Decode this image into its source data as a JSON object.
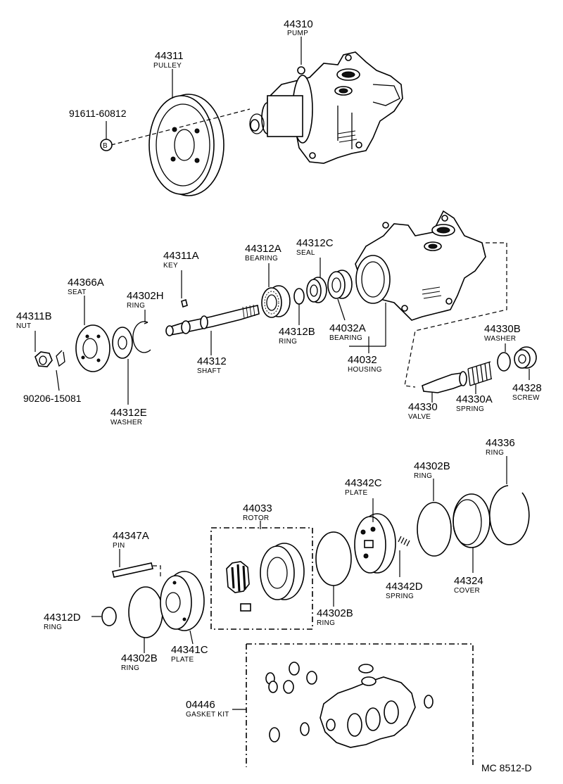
{
  "parts": {
    "p44310": {
      "number": "44310",
      "name": "PUMP"
    },
    "p44311": {
      "number": "44311",
      "name": "PULLEY"
    },
    "p91611": {
      "number": "91611-60812",
      "marker": "B"
    },
    "p44311A": {
      "number": "44311A",
      "name": "KEY"
    },
    "p44366A": {
      "number": "44366A",
      "name": "SEAT"
    },
    "p44302H": {
      "number": "44302H",
      "name": "RING"
    },
    "p44311B": {
      "number": "44311B",
      "name": "NUT"
    },
    "p90206": {
      "number": "90206-15081"
    },
    "p44312E": {
      "number": "44312E",
      "name": "WASHER"
    },
    "p44312": {
      "number": "44312",
      "name": "SHAFT"
    },
    "p44312A": {
      "number": "44312A",
      "name": "BEARING"
    },
    "p44312C": {
      "number": "44312C",
      "name": "SEAL"
    },
    "p44312B": {
      "number": "44312B",
      "name": "RING"
    },
    "p44032A": {
      "number": "44032A",
      "name": "BEARING"
    },
    "p44032": {
      "number": "44032",
      "name": "HOUSING"
    },
    "p44330B": {
      "number": "44330B",
      "name": "WASHER"
    },
    "p44328": {
      "number": "44328",
      "name": "SCREW"
    },
    "p44330": {
      "number": "44330",
      "name": "VALVE"
    },
    "p44330A": {
      "number": "44330A",
      "name": "SPRING"
    },
    "p44336": {
      "number": "44336",
      "name": "RING"
    },
    "p44302B_top": {
      "number": "44302B",
      "name": "RING"
    },
    "p44342C": {
      "number": "44342C",
      "name": "PLATE"
    },
    "p44033": {
      "number": "44033",
      "name": "ROTOR"
    },
    "p44347A": {
      "number": "44347A",
      "name": "PIN"
    },
    "p44342D": {
      "number": "44342D",
      "name": "SPRING"
    },
    "p44324": {
      "number": "44324",
      "name": "COVER"
    },
    "p44302B_mid": {
      "number": "44302B",
      "name": "RING"
    },
    "p44312D": {
      "number": "44312D",
      "name": "RING"
    },
    "p44302B_low": {
      "number": "44302B",
      "name": "RING"
    },
    "p44341C": {
      "number": "44341C",
      "name": "PLATE"
    },
    "p04446": {
      "number": "04446",
      "name": "GASKET KIT"
    }
  },
  "diagram_code": "MC 8512-D"
}
